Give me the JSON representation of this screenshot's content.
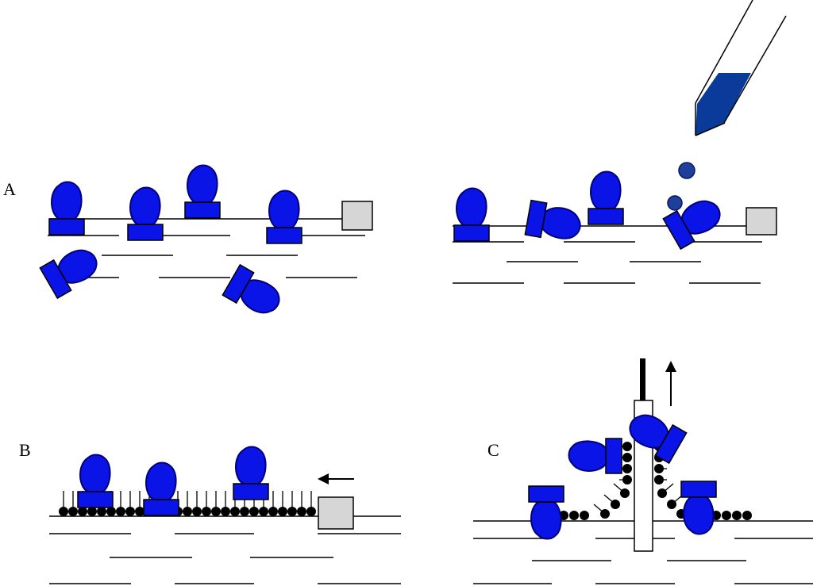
{
  "panels": {
    "a": {
      "label": "A"
    },
    "b": {
      "label": "B"
    },
    "c": {
      "label": "C"
    }
  },
  "colors": {
    "protein_fill": "#0a14e6",
    "protein_stroke": "#00007a",
    "droplet": "#1e3f9c",
    "pipette_liquid": "#0a3a9a",
    "barrier_fill": "#d6d6d6",
    "line": "#000000"
  }
}
